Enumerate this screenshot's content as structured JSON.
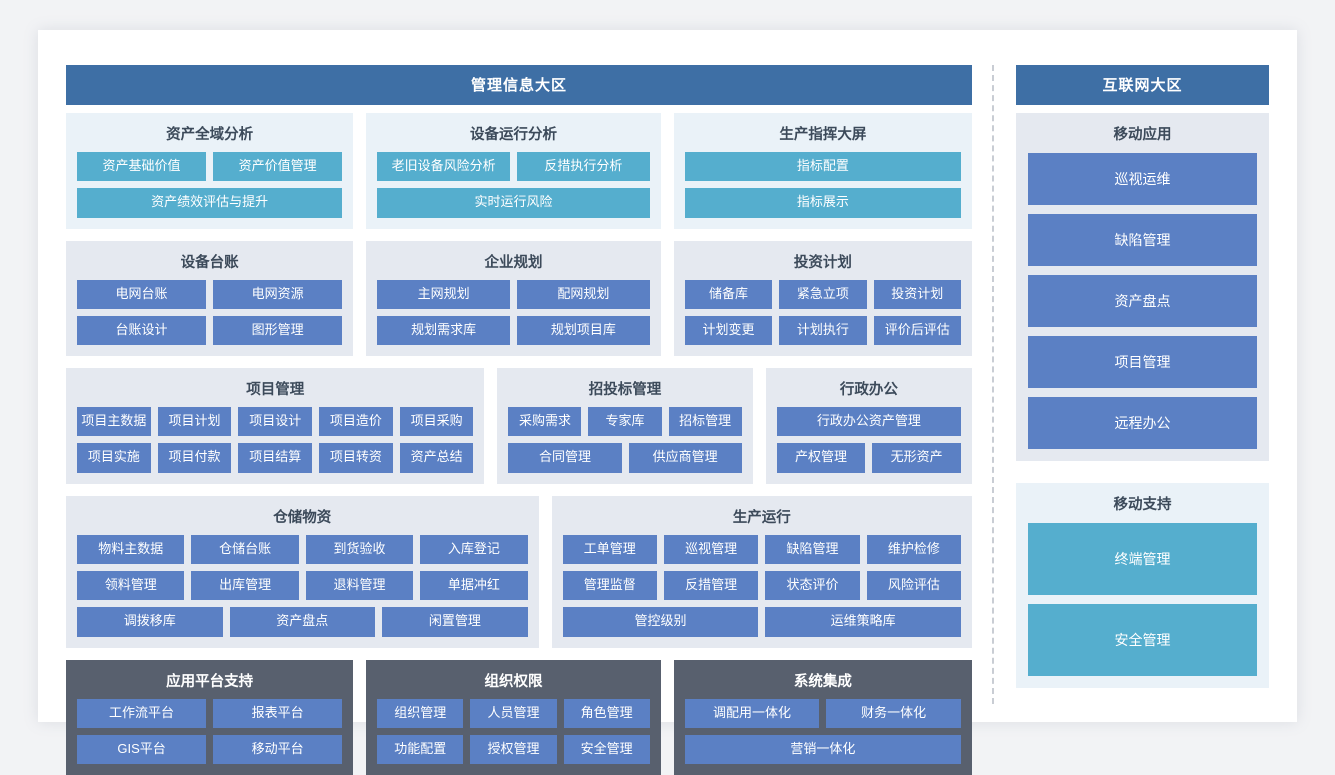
{
  "zones": {
    "left": {
      "title": "管理信息大区",
      "bands": [
        {
          "groups": [
            {
              "title": "资产全域分析",
              "style": "cyan",
              "flex": 288,
              "rows": [
                [
                  {
                    "label": "资产基础价值"
                  },
                  {
                    "label": "资产价值管理"
                  }
                ],
                [
                  {
                    "label": "资产绩效评估与提升"
                  }
                ]
              ]
            },
            {
              "title": "设备运行分析",
              "style": "cyan",
              "flex": 296,
              "rows": [
                [
                  {
                    "label": "老旧设备风险分析"
                  },
                  {
                    "label": "反措执行分析"
                  }
                ],
                [
                  {
                    "label": "实时运行风险"
                  }
                ]
              ]
            },
            {
              "title": "生产指挥大屏",
              "style": "cyan",
              "flex": 300,
              "rows": [
                [
                  {
                    "label": "指标配置"
                  }
                ],
                [
                  {
                    "label": "指标展示"
                  }
                ]
              ]
            }
          ]
        },
        {
          "groups": [
            {
              "title": "设备台账",
              "style": "blue",
              "flex": 288,
              "rows": [
                [
                  {
                    "label": "电网台账"
                  },
                  {
                    "label": "电网资源"
                  }
                ],
                [
                  {
                    "label": "台账设计"
                  },
                  {
                    "label": "图形管理"
                  }
                ]
              ]
            },
            {
              "title": "企业规划",
              "style": "blue",
              "flex": 296,
              "rows": [
                [
                  {
                    "label": "主网规划"
                  },
                  {
                    "label": "配网规划"
                  }
                ],
                [
                  {
                    "label": "规划需求库"
                  },
                  {
                    "label": "规划项目库"
                  }
                ]
              ]
            },
            {
              "title": "投资计划",
              "style": "blue",
              "flex": 300,
              "rows": [
                [
                  {
                    "label": "储备库"
                  },
                  {
                    "label": "紧急立项"
                  },
                  {
                    "label": "投资计划"
                  }
                ],
                [
                  {
                    "label": "计划变更"
                  },
                  {
                    "label": "计划执行"
                  },
                  {
                    "label": "评价后评估"
                  }
                ]
              ]
            }
          ]
        },
        {
          "groups": [
            {
              "title": "项目管理",
              "style": "blue",
              "flex": 430,
              "rows": [
                [
                  {
                    "label": "项目主数据"
                  },
                  {
                    "label": "项目计划"
                  },
                  {
                    "label": "项目设计"
                  },
                  {
                    "label": "项目造价"
                  },
                  {
                    "label": "项目采购"
                  }
                ],
                [
                  {
                    "label": "项目实施"
                  },
                  {
                    "label": "项目付款"
                  },
                  {
                    "label": "项目结算"
                  },
                  {
                    "label": "项目转资"
                  },
                  {
                    "label": "资产总结"
                  }
                ]
              ]
            },
            {
              "title": "招投标管理",
              "style": "blue",
              "flex": 253,
              "rows": [
                [
                  {
                    "label": "采购需求"
                  },
                  {
                    "label": "专家库"
                  },
                  {
                    "label": "招标管理"
                  }
                ],
                [
                  {
                    "label": "合同管理"
                  },
                  {
                    "label": "供应商管理"
                  }
                ]
              ]
            },
            {
              "title": "行政办公",
              "style": "blue",
              "flex": 200,
              "rows": [
                [
                  {
                    "label": "行政办公资产管理"
                  }
                ],
                [
                  {
                    "label": "产权管理"
                  },
                  {
                    "label": "无形资产"
                  }
                ]
              ]
            }
          ]
        },
        {
          "groups": [
            {
              "title": "仓储物资",
              "style": "blue",
              "flex": 475,
              "rows": [
                [
                  {
                    "label": "物料主数据"
                  },
                  {
                    "label": "仓储台账"
                  },
                  {
                    "label": "到货验收"
                  },
                  {
                    "label": "入库登记"
                  }
                ],
                [
                  {
                    "label": "领料管理"
                  },
                  {
                    "label": "出库管理"
                  },
                  {
                    "label": "退料管理"
                  },
                  {
                    "label": "单据冲红"
                  }
                ],
                [
                  {
                    "label": "调拨移库"
                  },
                  {
                    "label": "资产盘点"
                  },
                  {
                    "label": "闲置管理"
                  }
                ]
              ]
            },
            {
              "title": "生产运行",
              "style": "blue",
              "flex": 420,
              "rows": [
                [
                  {
                    "label": "工单管理"
                  },
                  {
                    "label": "巡视管理"
                  },
                  {
                    "label": "缺陷管理"
                  },
                  {
                    "label": "维护检修"
                  }
                ],
                [
                  {
                    "label": "管理监督"
                  },
                  {
                    "label": "反措管理"
                  },
                  {
                    "label": "状态评价"
                  },
                  {
                    "label": "风险评估"
                  }
                ],
                [
                  {
                    "label": "管控级别"
                  },
                  {
                    "label": "运维策略库"
                  }
                ]
              ]
            }
          ]
        },
        {
          "groups": [
            {
              "title": "应用平台支持",
              "style": "dark",
              "flex": 288,
              "rows": [
                [
                  {
                    "label": "工作流平台"
                  },
                  {
                    "label": "报表平台"
                  }
                ],
                [
                  {
                    "label": "GIS平台"
                  },
                  {
                    "label": "移动平台"
                  }
                ]
              ]
            },
            {
              "title": "组织权限",
              "style": "dark",
              "flex": 296,
              "rows": [
                [
                  {
                    "label": "组织管理"
                  },
                  {
                    "label": "人员管理"
                  },
                  {
                    "label": "角色管理"
                  }
                ],
                [
                  {
                    "label": "功能配置"
                  },
                  {
                    "label": "授权管理"
                  },
                  {
                    "label": "安全管理"
                  }
                ]
              ]
            },
            {
              "title": "系统集成",
              "style": "dark",
              "flex": 300,
              "rows": [
                [
                  {
                    "label": "调配用一体化"
                  },
                  {
                    "label": "财务一体化"
                  }
                ],
                [
                  {
                    "label": "营销一体化"
                  }
                ]
              ]
            }
          ]
        }
      ]
    },
    "right": {
      "title": "互联网大区",
      "groups": [
        {
          "title": "移动应用",
          "style": "blue",
          "tiles": [
            {
              "label": "巡视运维"
            },
            {
              "label": "缺陷管理"
            },
            {
              "label": "资产盘点"
            },
            {
              "label": "项目管理"
            },
            {
              "label": "远程办公"
            }
          ]
        },
        {
          "title": "移动支持",
          "style": "cyan",
          "tiles": [
            {
              "label": "终端管理"
            },
            {
              "label": "安全管理"
            }
          ]
        }
      ]
    }
  },
  "colors": {
    "zone_header": "#3e6fa5",
    "tile_cyan": "#55aece",
    "tile_blue": "#5b80c4",
    "panel_cyan_bg": "#eaf2f8",
    "panel_blue_bg": "#e5e9f0",
    "panel_dark_bg": "#58606e",
    "divider": "#c9cdd4"
  }
}
